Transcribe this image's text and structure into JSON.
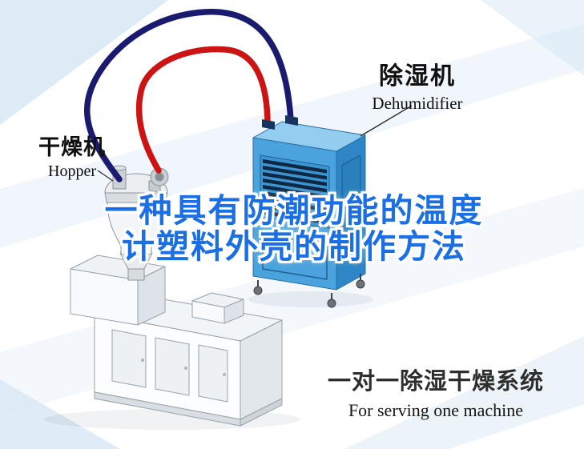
{
  "labels": {
    "dehumidifier_cn": "除湿机",
    "dehumidifier_en": "Dehumidifier",
    "hopper_cn": "干燥机",
    "hopper_en": "Hopper"
  },
  "title": {
    "line1": "一种具有防潮功能的温度",
    "line2": "计塑料外壳的制作方法"
  },
  "caption": {
    "cn": "一对一除湿干燥系统",
    "en": "For serving one machine"
  },
  "colors": {
    "pipe_red": "#cc1414",
    "pipe_navy": "#1a1b6e",
    "dehumidifier_front": "#4aa3dc",
    "dehumidifier_top": "#93cdf0",
    "dehumidifier_side": "#2e86c6",
    "grille_dark": "#0e2742",
    "title_blue": "#1a6fe4",
    "background_streak": "#d9e9f6"
  }
}
